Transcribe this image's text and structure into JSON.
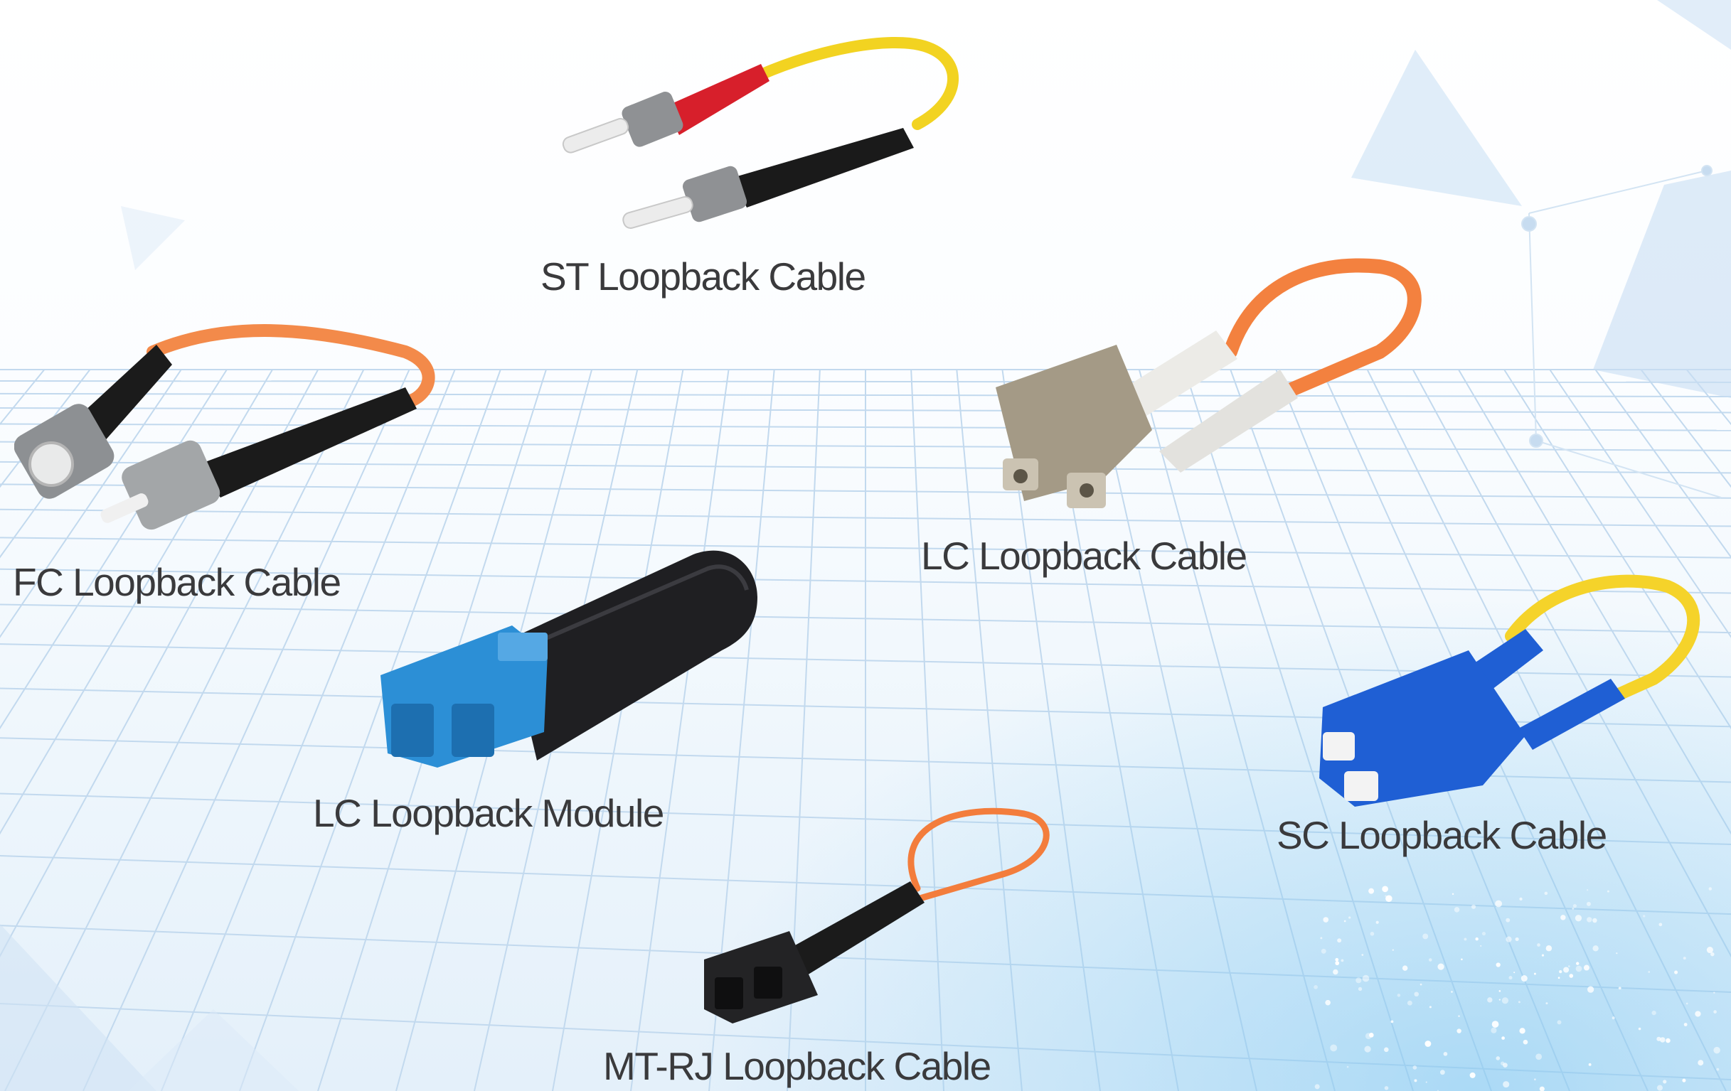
{
  "products": [
    {
      "id": "st",
      "name": "ST Loopback Cable",
      "cable_color": "#f2d321"
    },
    {
      "id": "fc",
      "name": "FC Loopback Cable",
      "cable_color": "#f38a4a"
    },
    {
      "id": "lc_cable",
      "name": "LC Loopback Cable",
      "cable_color": "#f3813f"
    },
    {
      "id": "lc_module",
      "name": "LC Loopback Module",
      "body_color": "#1f1f22",
      "connector_color": "#2c8fd6"
    },
    {
      "id": "sc",
      "name": "SC Loopback Cable",
      "cable_color": "#f5d32a",
      "connector_color": "#1f5fd4"
    },
    {
      "id": "mtrj",
      "name": "MT-RJ Loopback Cable",
      "cable_color": "#f37d3c"
    }
  ],
  "background": {
    "theme": "light blue perspective grid with network triangles"
  }
}
